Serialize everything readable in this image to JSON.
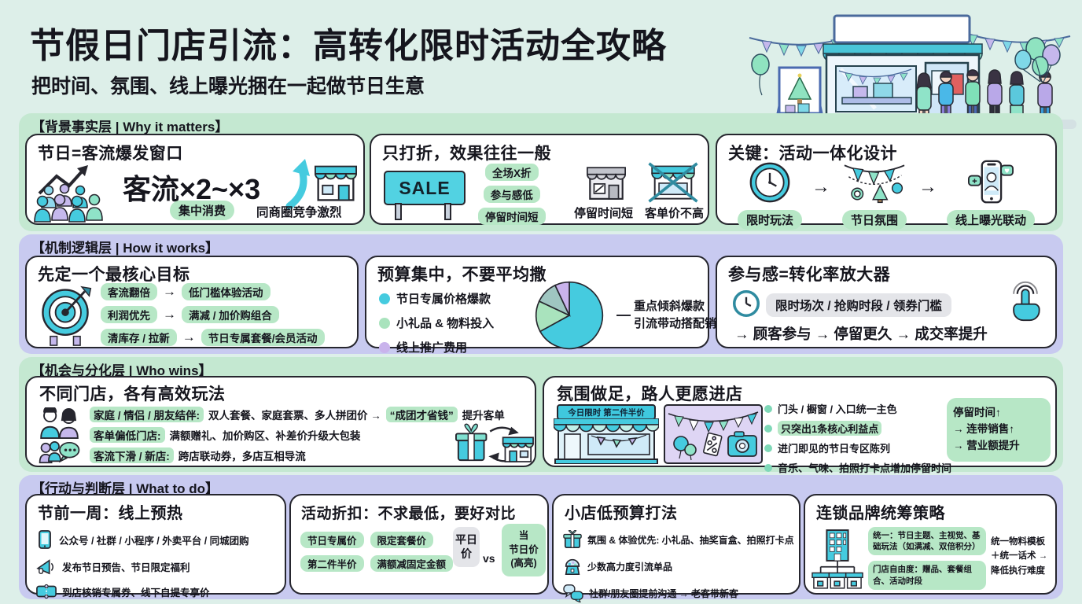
{
  "ui": {
    "arrow": "→",
    "vs": "vs"
  },
  "header": {
    "title": "节假日门店引流：高转化限时活动全攻略",
    "subtitle": "把时间、氛围、线上曝光捆在一起做节日生意"
  },
  "s1": {
    "label": "【背景事实层 | Why it matters】",
    "c1": {
      "title": "节日=客流爆发窗口",
      "stat": "客流×2~×3",
      "pill": "集中消费",
      "note": "同商圈竞争激烈"
    },
    "c2": {
      "title": "只打折，效果往往一般",
      "sale": "SALE",
      "pills": [
        "全场X折",
        "参与感低",
        "停留时间短"
      ],
      "store_note": "停留时间短",
      "crossed_note": "客单价不高"
    },
    "c3": {
      "title": "关键：活动一体化设计",
      "steps": [
        "限时玩法",
        "节日氛围",
        "线上曝光联动"
      ]
    }
  },
  "s2": {
    "label": "【机制逻辑层 | How it works】",
    "c1": {
      "title": "先定一个最核心目标",
      "rows": [
        {
          "goal": "客流翻倍",
          "play": "低门槛体验活动"
        },
        {
          "goal": "利润优先",
          "play": "满减 / 加价购组合"
        },
        {
          "goal": "清库存 / 拉新",
          "play": "节日专属套餐/会员活动"
        }
      ]
    },
    "c2": {
      "title": "预算集中，不要平均撒"
    },
    "c3": {
      "title": "参与感=转化率放大器",
      "pill": "限时场次 / 抢购时段 / 领券门槛",
      "flow": "→ 顾客参与 → 停留更久 → 成交率提升"
    }
  },
  "s3": {
    "label": "【机会与分化层 | Who wins】",
    "c1": {
      "title": "不同门店，各有高效玩法",
      "rows": [
        {
          "tag": "家庭 / 情侣 / 朋友结伴:",
          "text": "双人套餐、家庭套票、多人拼团价 →",
          "quote": "“成团才省钱”",
          "tail": "提升客单"
        },
        {
          "tag": "客单偏低门店:",
          "text": "满额赠礼、加价购区、补差价升级大包装"
        },
        {
          "tag": "客流下滑 / 新店:",
          "text": "跨店联动券，多店互相导流"
        }
      ]
    },
    "c2": {
      "title": "氛围做足，路人更愿进店",
      "sign": "今日限时 第二件半价",
      "bullets": [
        "门头 / 橱窗 / 入口统一主色",
        "只突出1条核心利益点",
        "进门即见的节日专区陈列",
        "音乐、气味、拍照打卡点增加停留时间"
      ],
      "result": [
        "停留时间↑",
        "→ 连带销售↑",
        "→ 营业额提升"
      ]
    }
  },
  "s4": {
    "label": "【行动与判断层 | What to do】",
    "c1": {
      "title": "节前一周：线上预热",
      "items": [
        "公众号 / 社群 / 小程序 / 外卖平台 / 同城团购",
        "发布节日预告、节日限定福利",
        "到店核销专属券、线下自提专享价"
      ]
    },
    "c2": {
      "title": "活动折扣：不求最低，要好对比",
      "pills": [
        "节日专属价",
        "限定套餐价",
        "第二件半价",
        "满额减固定金额"
      ],
      "vs_left": "平日价",
      "vs_right1": "当",
      "vs_right2": "节日价",
      "vs_right3": "(高亮)"
    },
    "c3": {
      "title": "小店低预算打法",
      "items": [
        "氛围 & 体验优先: 小礼品、抽奖盲盒、拍照打卡点",
        "少数高力度引流单品",
        "社群/朋友圈提前沟通 → 老客带新客"
      ]
    },
    "c4": {
      "title": "连锁品牌统筹策略",
      "pill1": "统一：节日主题、主视觉、基础玩法（如满减、双倍积分）",
      "pill2": "门店自由度：赠品、套餐组合、活动时段",
      "note1": "统一物料模板",
      "note2": "＋统一话术 →",
      "note3": "降低执行难度"
    }
  },
  "chart_data": {
    "type": "pie",
    "title": "预算集中，不要平均撒",
    "segments": [
      {
        "label": "节日专属价格爆款",
        "value": 67,
        "color": "#45cbdf"
      },
      {
        "label": "小礼品 & 物料投入",
        "value": 15,
        "color": "#a9e3bd"
      },
      {
        "label": "",
        "value": 11,
        "color": "#9fc6c1"
      },
      {
        "label": "线上推广费用",
        "value": 7,
        "color": "#c9b3ec"
      }
    ],
    "annotation_line1": "重点倾斜爆款",
    "annotation_line2": "引流带动搭配销售",
    "legend_position": "left"
  }
}
